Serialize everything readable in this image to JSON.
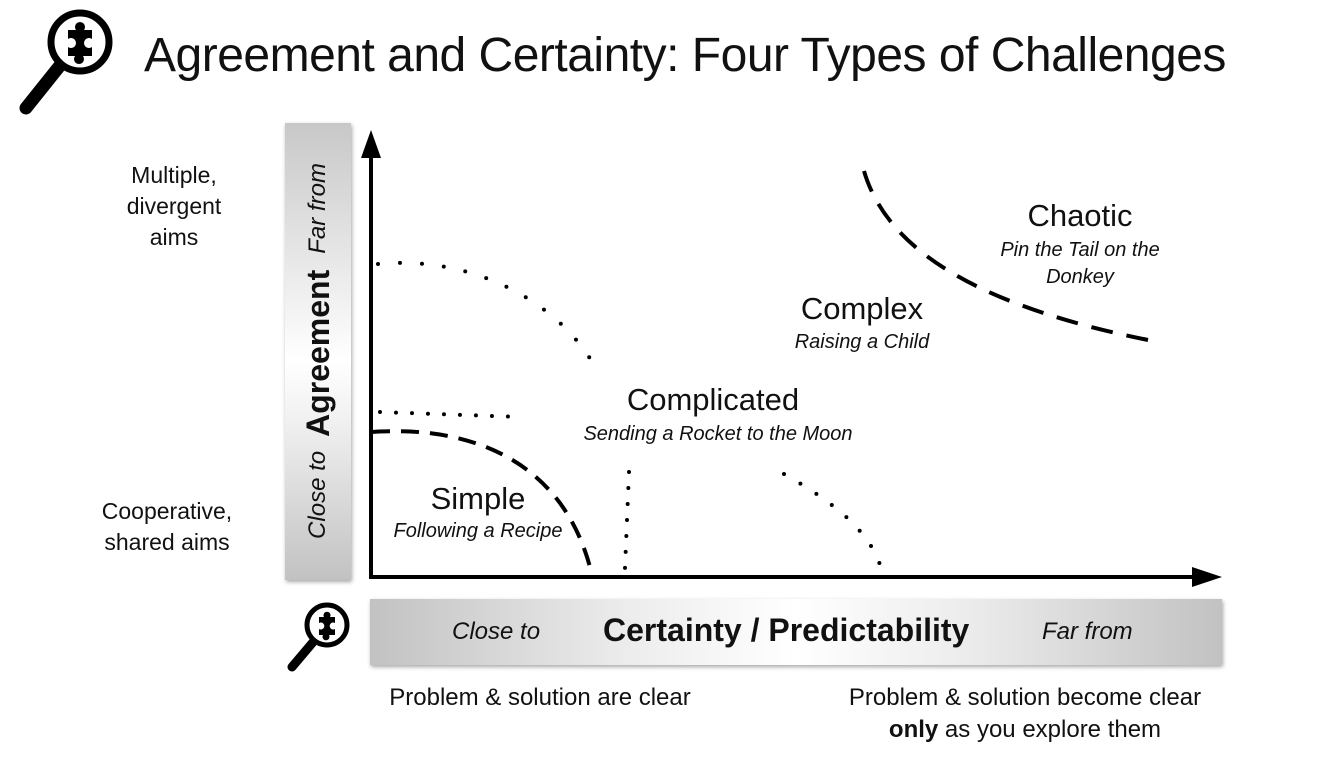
{
  "title": "Agreement and Certainty: Four Types of Challenges",
  "icons": [
    "magnifier-puzzle-icon",
    "magnifier-puzzle-icon"
  ],
  "y_axis": {
    "close_label": "Close to",
    "main_label": "Agreement",
    "far_label": "Far from",
    "top_note": "Multiple, divergent aims",
    "top_note_lines": [
      "Multiple,",
      "divergent",
      "aims"
    ],
    "bottom_note_lines": [
      "Cooperative,",
      "shared aims"
    ]
  },
  "x_axis": {
    "close_label": "Close to",
    "main_label": "Certainty / Predictability",
    "far_label": "Far from",
    "left_note": "Problem & solution are clear",
    "right_note_line1": "Problem & solution become clear",
    "right_note_bold": "only",
    "right_note_rest": " as you explore them"
  },
  "zones": [
    {
      "name": "Simple",
      "example": "Following a Recipe"
    },
    {
      "name": "Complicated",
      "example": "Sending a Rocket to the Moon"
    },
    {
      "name": "Complex",
      "example": "Raising a Child"
    },
    {
      "name": "Chaotic",
      "example_lines": [
        "Pin the Tail on the",
        "Donkey"
      ]
    }
  ]
}
